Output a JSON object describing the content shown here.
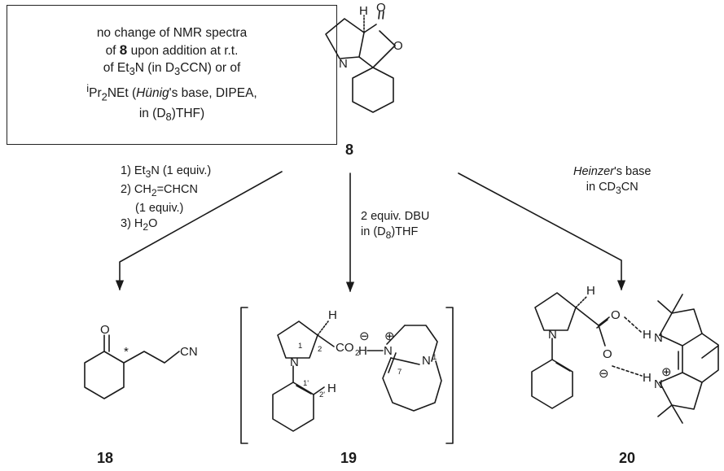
{
  "note_box": {
    "line1": "no change of NMR spectra",
    "line2_pre": "of ",
    "line2_bold": "8",
    "line2_post": " upon addition at r.t.",
    "line3_a": "of Et",
    "line3_sub1": "3",
    "line3_b": "N (in D",
    "line3_sub2": "3",
    "line3_c": "CCN) or of",
    "line4_sup": "i",
    "line4_a": "Pr",
    "line4_sub": "2",
    "line4_b": "NEt (",
    "line4_italic": "Hünig",
    "line4_c": "'s base, DIPEA,",
    "line5": "in (D",
    "line5_sub": "8",
    "line5_post": ")THF)"
  },
  "compounds": {
    "start": "8",
    "left": "18",
    "middle": "19",
    "right": "20"
  },
  "conditions_left": {
    "step1_a": "1) Et",
    "step1_sub": "3",
    "step1_b": "N (1 equiv.)",
    "step2_a": "2) CH",
    "step2_sub": "2",
    "step2_b": "=CHCN",
    "step2_c": "(1 equiv.)",
    "step3_a": "3) H",
    "step3_sub": "2",
    "step3_b": "O"
  },
  "conditions_middle": {
    "line1": "2 equiv. DBU",
    "line2_a": "in (D",
    "line2_sub": "8",
    "line2_b": ")THF"
  },
  "conditions_right": {
    "line1_italic": "Heinzer",
    "line1_post": "'s base",
    "line2_a": "in CD",
    "line2_sub": "3",
    "line2_b": "CN"
  },
  "atoms": {
    "H": "H",
    "O": "O",
    "N": "N",
    "CN": "CN",
    "CO": "CO",
    "sub2": "2",
    "star": "*",
    "minus": "⊖",
    "plus": "⊕",
    "bracket_left": "[",
    "bracket_right": "]",
    "H_dash": "H",
    "num_1": "1",
    "num_2": "2",
    "num_1p": "1'",
    "num_2p": "2'",
    "num_7": "7"
  }
}
